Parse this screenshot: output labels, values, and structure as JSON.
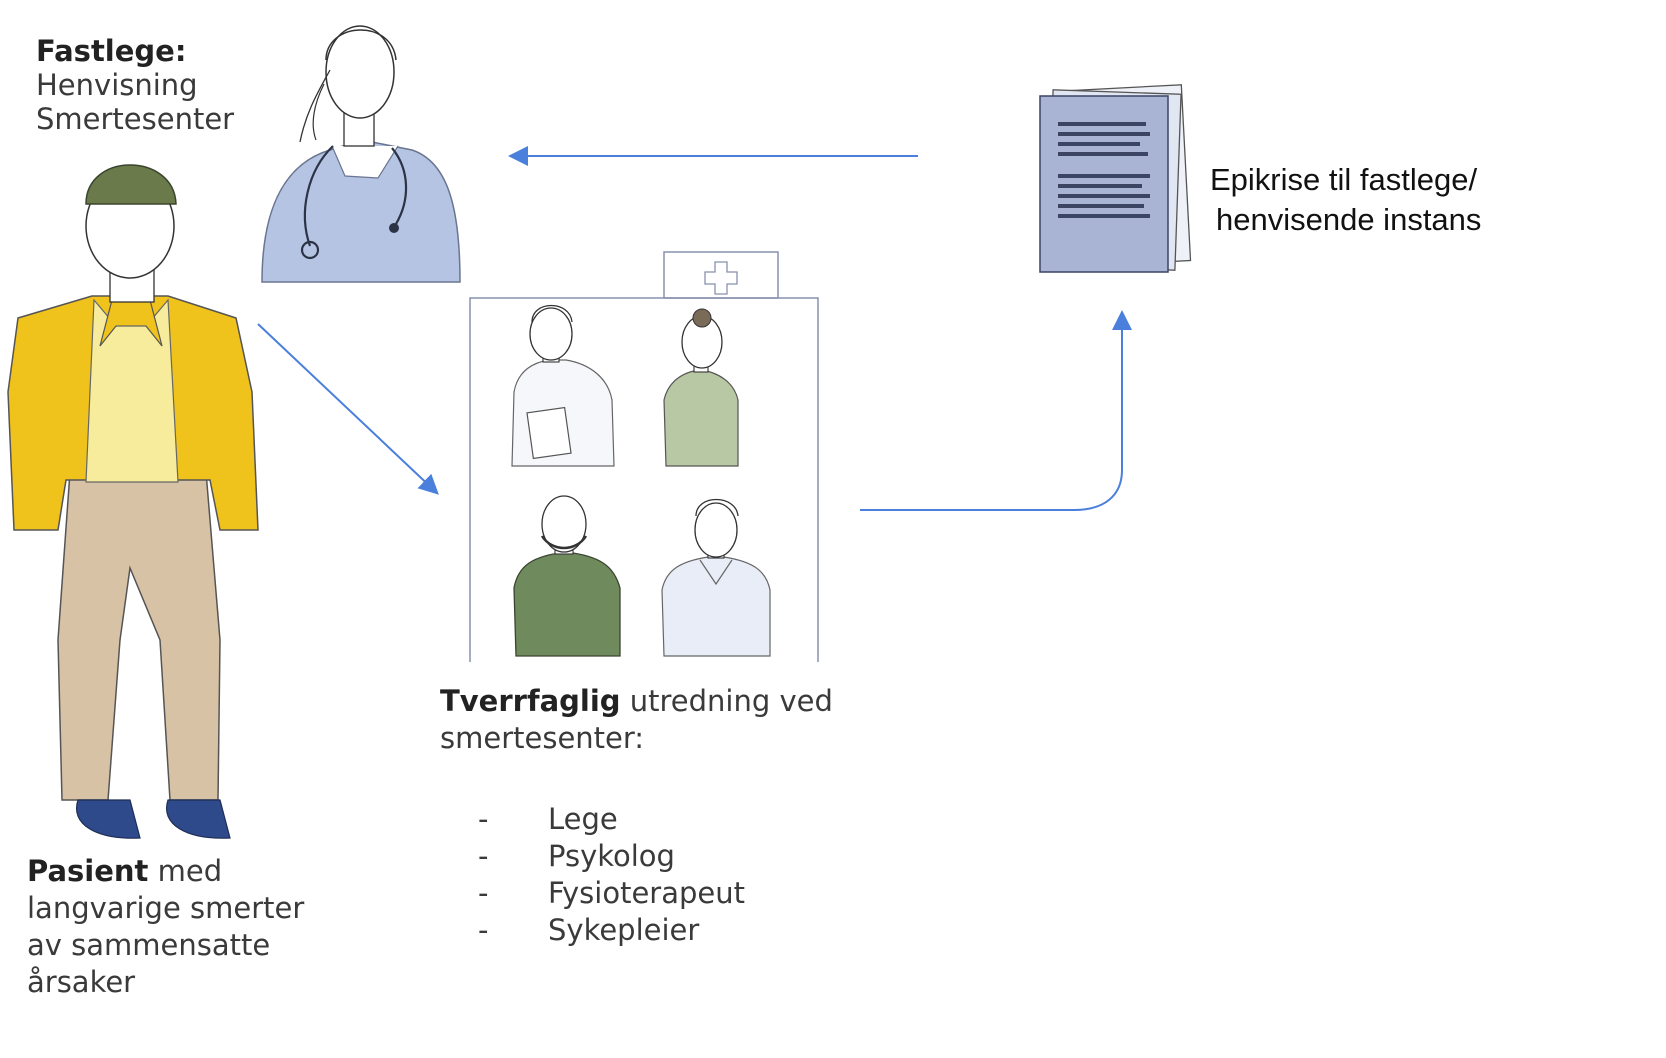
{
  "fastlege": {
    "title": "Fastlege:",
    "line1": "Henvisning",
    "line2": "Smertesenter"
  },
  "epikrise": {
    "line1": "Epikrise til fastlege/",
    "line2": "henvisende instans"
  },
  "team": {
    "title_bold": "Tverrfaglig",
    "title_rest": " utredning ved",
    "line2": "smertesenter:",
    "members": [
      "Lege",
      "Psykolog",
      "Fysioterapeut",
      "Sykepleier"
    ]
  },
  "patient": {
    "title_bold": "Pasient",
    "title_rest": " med",
    "line2": "langvarige smerter",
    "line3": "av sammensatte",
    "line4": "årsaker"
  },
  "icons": [
    "doctor-figure-icon",
    "patient-figure-icon",
    "clinic-building-icon",
    "document-stack-icon"
  ],
  "colors": {
    "arrow": "#4a7fdc",
    "jacket": "#f0c21c",
    "trousers": "#d8c2a6",
    "beanie": "#6a7a4a",
    "scrubs_blue": "#b4c4e2",
    "scrubs_green": "#b8c7a4",
    "sweater_green": "#6f8a5c",
    "document": "#a9b4d4"
  }
}
